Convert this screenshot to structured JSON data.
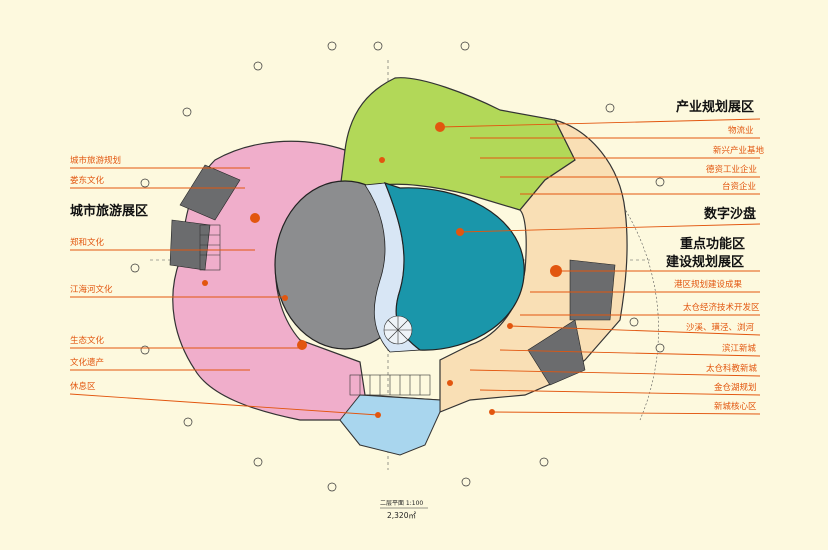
{
  "zones": {
    "tourism": {
      "heading": "城市旅游展区",
      "items": [
        "城市旅游规划",
        "娄东文化",
        "郑和文化",
        "江海河文化",
        "生态文化",
        "文化遗产",
        "休息区"
      ]
    },
    "industry": {
      "heading": "产业规划展区",
      "items": [
        "物流业",
        "新兴产业基地",
        "德资工业企业",
        "台资企业"
      ]
    },
    "sandtable": {
      "heading": "数字沙盘"
    },
    "key_areas": {
      "heading_line1": "重点功能区",
      "heading_line2": "建设规划展区",
      "items": [
        "港区规划建设成果",
        "太仓经济技术开发区",
        "沙溪、璜泾、浏河",
        "滨江新城",
        "太仓科教新城",
        "金仓湖规划",
        "新城核心区"
      ]
    },
    "plan_caption": {
      "title": "二层平面  1:100",
      "area": "2,320㎡"
    }
  },
  "colors": {
    "tourism_zone": "#f0aecb",
    "industry_zone": "#b2d858",
    "key_zone": "#f9dfb5",
    "rest_zone": "#a9d6ee",
    "sandtable_disc": "#1a96aa",
    "gray_disc": "#8c8d8f",
    "label_orange": "#e2560f"
  }
}
